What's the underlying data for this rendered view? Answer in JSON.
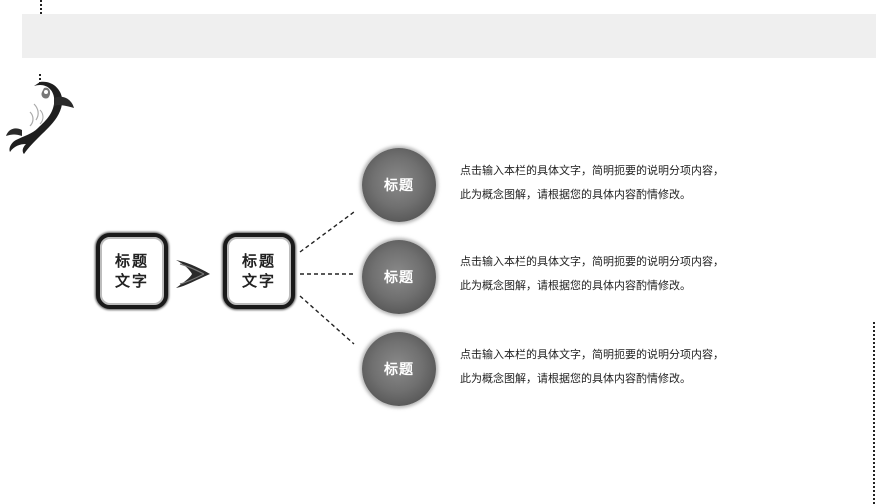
{
  "diagram": {
    "source_box": {
      "line1": "标题",
      "line2": "文字"
    },
    "hub_box": {
      "line1": "标题",
      "line2": "文字"
    },
    "branches": [
      {
        "title": "标题",
        "text_line1": "点击输入本栏的具体文字，简明扼要的说明分项内容，",
        "text_line2": "此为概念图解，请根据您的具体内容酌情修改。"
      },
      {
        "title": "标题",
        "text_line1": "点击输入本栏的具体文字，简明扼要的说明分项内容，",
        "text_line2": "此为概念图解，请根据您的具体内容酌情修改。"
      },
      {
        "title": "标题",
        "text_line1": "点击输入本栏的具体文字，简明扼要的说明分项内容，",
        "text_line2": "此为概念图解，请根据您的具体内容酌情修改。"
      }
    ]
  },
  "colors": {
    "header_bar": "#efefef",
    "ink": "#1a1a1a",
    "circle_fill": "#707070"
  },
  "icons": {
    "decoration": "koi-fish-icon",
    "connector": "brush-arrow-icon"
  }
}
